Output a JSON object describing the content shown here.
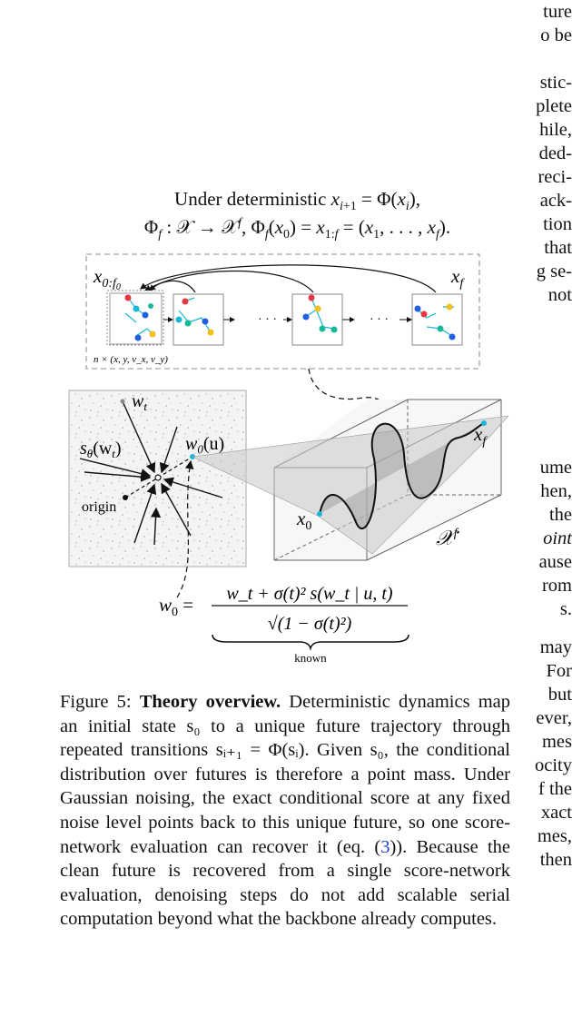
{
  "left_margin_fragments": [
    "ture",
    "o be",
    "",
    "stic-",
    "plete",
    "hile,",
    "ded-",
    "reci-",
    "ack-",
    "tion",
    "that",
    "g se-",
    "not",
    "",
    "",
    "ume",
    "hen,",
    "the",
    "oint",
    "ause",
    "rom",
    "s.",
    "",
    "may",
    "For",
    "but",
    "ever,",
    "mes",
    "ocity",
    "f the",
    "xact",
    "mes,",
    "then"
  ],
  "equations": {
    "line1": "Under deterministic x_{i+1} = Φ(x_i),",
    "line1_prefix": "Under deterministic ",
    "line2": "Φ_f : 𝒳 → 𝒳^f, Φ_f(x_0) = x_{1:f} = (x_1, ..., x_f)."
  },
  "figure": {
    "top_label_left": "x",
    "top_label_left_sub": "0:f",
    "top_label_left_subsub": "0",
    "top_label_right": "x",
    "top_label_right_sub": "f",
    "state_dims_label": "n × (x, y, v_x, v_y)",
    "dots_label": "· · ·",
    "score_panel": {
      "w_t": "w",
      "w_t_sub": "t",
      "s_theta": "s",
      "s_theta_sub": "θ",
      "s_theta_arg": "(w",
      "s_theta_arg_sub": "t",
      "s_theta_close": ")",
      "w0u": "w",
      "w0u_sub": "0",
      "w0u_arg": "(u)",
      "origin": "origin"
    },
    "box_labels": {
      "x0": "x",
      "x0_sub": "0",
      "xf": "x",
      "xf_sub": "f",
      "space": "𝒳",
      "space_sup": "f"
    },
    "formula": {
      "lhs": "w",
      "lhs_sub": "0",
      "numerator": "w_t + σ(t)² s(w_t | u, t)",
      "denominator": "√(1 − σ(t)²)",
      "brace_label": "known"
    }
  },
  "caption": {
    "prefix": "Figure 5: ",
    "title": "Theory overview.",
    "body": " Deterministic dynamics map an initial state s₀ to a unique future trajectory through repeated transitions sᵢ₊₁ = Φ(sᵢ). Given s₀, the conditional distribution over futures is therefore a point mass. Under Gaussian noising, the exact conditional score at any fixed noise level points back to this unique future, so one score-network evaluation can recover it (eq. (",
    "ref": "3",
    "body_end": ")). Because the clean future is recovered from a single score-network evaluation, denoising steps do not add scalable serial computation beyond what the backbone already computes."
  },
  "colors": {
    "ref_link": "#1f3fd6",
    "dot_red": "#e8363f",
    "dot_cyan": "#1bb7d6",
    "dot_blue": "#1f5fe0",
    "dot_yellow": "#f2c21a",
    "dot_teal": "#18b89a"
  }
}
